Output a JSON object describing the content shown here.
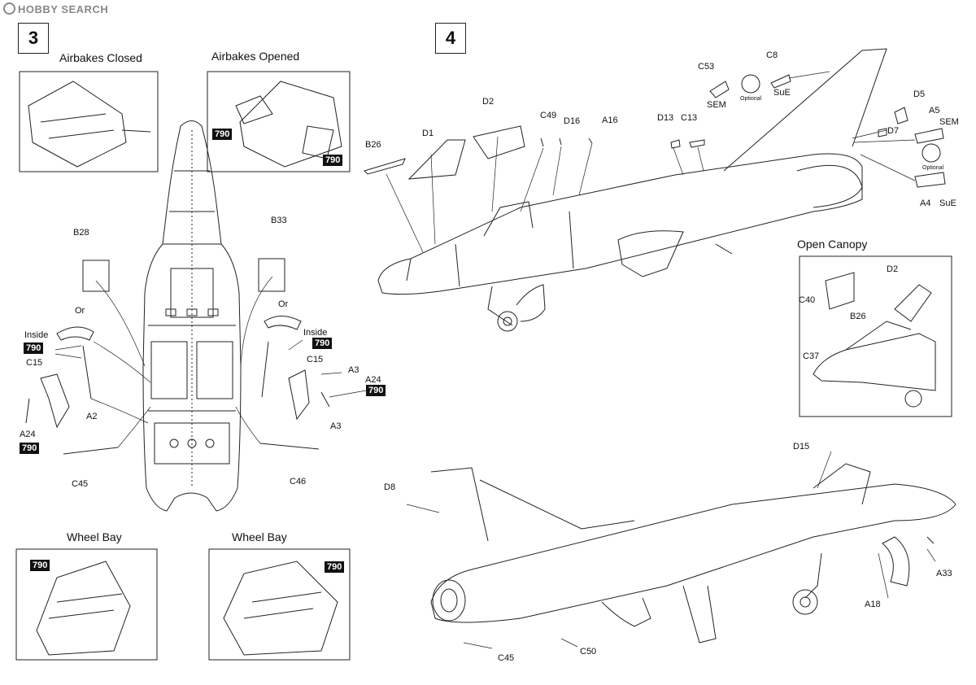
{
  "watermark": "HOBBY SEARCH",
  "steps": {
    "step3": "3",
    "step4": "4"
  },
  "captions": {
    "airbrakes_closed": "Airbakes Closed",
    "airbrakes_opened": "Airbakes Opened",
    "wheel_bay_left": "Wheel Bay",
    "wheel_bay_right": "Wheel Bay",
    "open_canopy": "Open Canopy"
  },
  "paint_code": "790",
  "labels": {
    "b28": "B28",
    "b33": "B33",
    "or_left": "Or",
    "or_right": "Or",
    "inside_left": "Inside",
    "inside_right": "Inside",
    "c15_left": "C15",
    "c15_right": "C15",
    "a2": "A2",
    "a3_top": "A3",
    "a3_bottom": "A3",
    "a24_left": "A24",
    "a24_right": "A24",
    "c45_left": "C45",
    "c46": "C46",
    "b26_top": "B26",
    "d1": "D1",
    "d2_top": "D2",
    "c49": "C49",
    "d16": "D16",
    "a16": "A16",
    "d13": "D13",
    "c13": "C13",
    "c53": "C53",
    "sem_left": "SEM",
    "optional_left": "Optional",
    "c8": "C8",
    "sue_top": "SuE",
    "d5": "D5",
    "a5": "A5",
    "sem_right": "SEM",
    "d7": "D7",
    "optional_right": "Optional",
    "a4": "A4",
    "sue_right": "SuE",
    "d2_inset": "D2",
    "c40": "C40",
    "b26_inset": "B26",
    "c37": "C37",
    "d15": "D15",
    "d8": "D8",
    "a33": "A33",
    "a18": "A18",
    "c45_bottom": "C45",
    "c50": "C50"
  }
}
